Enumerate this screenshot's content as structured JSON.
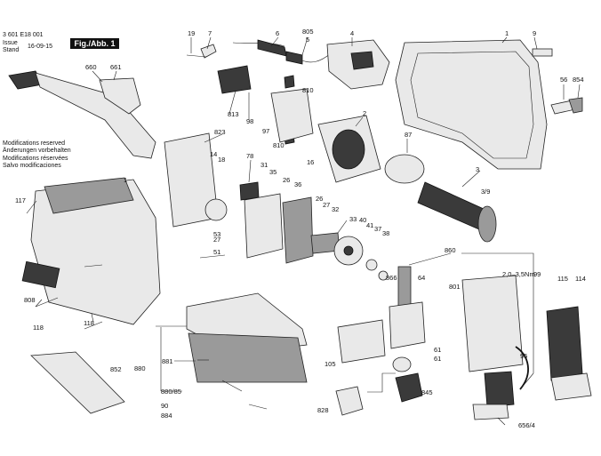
{
  "header": {
    "doc_number": "3 601 E18 001",
    "issue_label": "Issue",
    "stand_label": "Stand",
    "date": "16-09-15",
    "figure_label": "Fig./Abb. 1"
  },
  "notes": [
    "Modifications reserved",
    "Änderungen vorbehalten",
    "Modifications réservées",
    "Salvo modificaciones"
  ],
  "callouts": {
    "c19": "19",
    "c7": "7",
    "c6": "6",
    "c805": "805",
    "c5": "5",
    "c4": "4",
    "c1a": "1",
    "c9": "9",
    "c660": "660",
    "c661": "661",
    "c56": "56",
    "c854": "854",
    "c810a": "810",
    "c813": "813",
    "c98": "98",
    "c97": "97",
    "c810b": "810",
    "c16": "16",
    "c2": "2",
    "c823": "823",
    "c14": "14",
    "c18": "18",
    "c87": "87",
    "c3": "3",
    "c39": "3/9",
    "c78": "78",
    "c31": "31",
    "c35": "35",
    "c26a": "26",
    "c36": "36",
    "c26b": "26",
    "c27a": "27",
    "c32": "32",
    "c1b": "1",
    "c117": "117",
    "c53": "53",
    "c27b": "27",
    "c51": "51",
    "c33": "33",
    "c40": "40",
    "c41": "41",
    "c37": "37",
    "c38": "38",
    "c860": "860",
    "c64": "64",
    "c866": "866",
    "c801": "801",
    "c808": "808",
    "c118a": "118",
    "c118b": "118",
    "c99": "99",
    "c115": "115",
    "c114": "114",
    "c881": "881",
    "c880": "880",
    "c105": "105",
    "c61a": "61",
    "c61b": "61",
    "c95": "95",
    "c852": "852",
    "c880_85": "880/85",
    "c90": "90",
    "c884": "884",
    "c845": "845",
    "c828": "828",
    "c656_4": "656/4"
  },
  "annotation": "2,0–3,5Nm"
}
